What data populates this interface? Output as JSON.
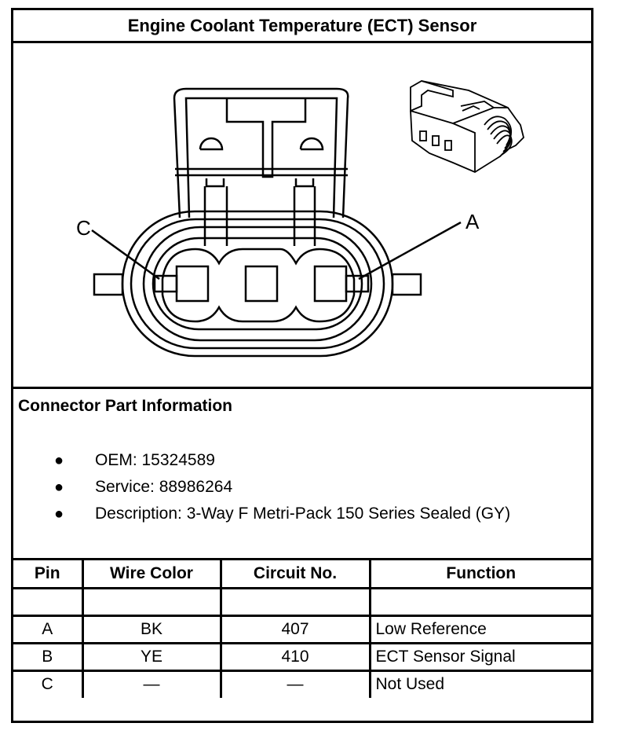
{
  "title": "Engine Coolant Temperature (ECT) Sensor",
  "diagram": {
    "pin_labels": {
      "left": "C",
      "right": "A"
    }
  },
  "connector_info": {
    "heading": "Connector Part Information",
    "bullets": [
      "OEM: 15324589",
      "Service: 88986264",
      "Description: 3-Way F Metri-Pack 150 Series Sealed (GY)"
    ],
    "bullet_glyph": "●"
  },
  "pinout_table": {
    "headers": [
      "Pin",
      "Wire Color",
      "Circuit No.",
      "Function"
    ],
    "rows": [
      [
        "",
        "",
        "",
        ""
      ],
      [
        "A",
        "BK",
        "407",
        "Low Reference"
      ],
      [
        "B",
        "YE",
        "410",
        "ECT Sensor Signal"
      ],
      [
        "C",
        "—",
        "—",
        "Not Used"
      ]
    ]
  }
}
